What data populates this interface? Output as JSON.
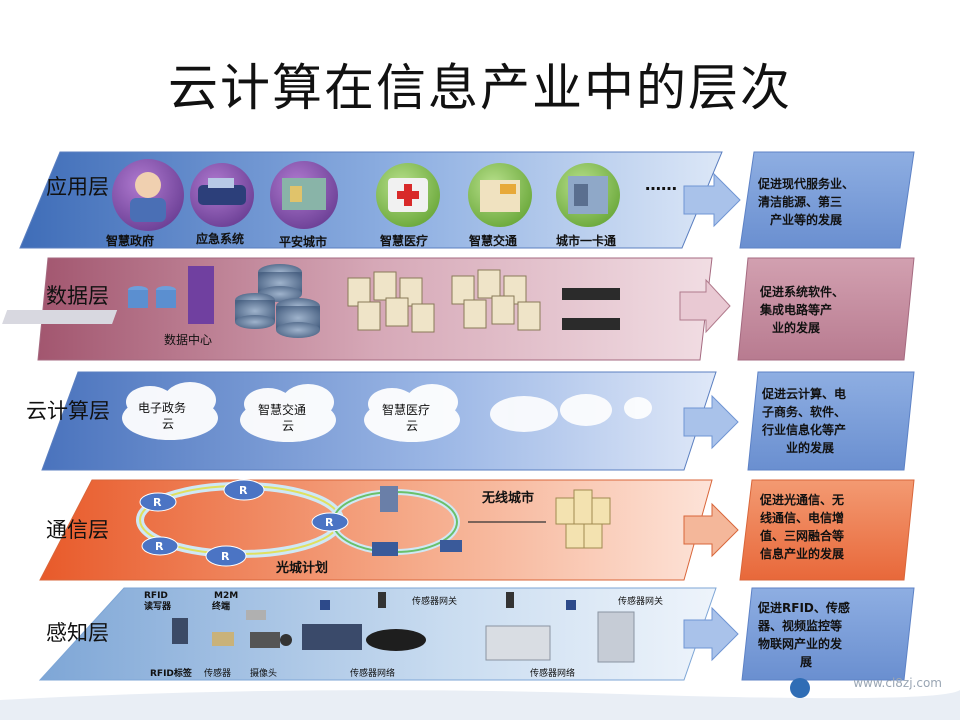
{
  "title": "云计算在信息产业中的层次",
  "layers": [
    {
      "name": "应用层",
      "items": [
        "智慧政府",
        "应急系统",
        "平安城市",
        "智慧医疗",
        "智慧交通",
        "城市一卡通"
      ],
      "ellipsis": "……",
      "effect": [
        "促进现代服务业、",
        "清洁能源、第三",
        "产业等的发展"
      ]
    },
    {
      "name": "数据层",
      "items": [
        "数据中心"
      ],
      "effect": [
        "促进系统软件、",
        "集成电路等产",
        "业的发展"
      ]
    },
    {
      "name": "云计算层",
      "items": [
        [
          "电子政务",
          "云"
        ],
        [
          "智慧交通",
          "云"
        ],
        [
          "智慧医疗",
          "云"
        ]
      ],
      "effect": [
        "促进云计算、电",
        "子商务、软件、",
        "行业信息化等产",
        "业的发展"
      ]
    },
    {
      "name": "通信层",
      "items": [
        "光城计划",
        "无线城市"
      ],
      "router_letter": "R",
      "effect": [
        "促进光通信、无",
        "线通信、电信增",
        "值、三网融合等",
        "信息产业的发展"
      ]
    },
    {
      "name": "感知层",
      "items": [
        [
          "RFID",
          "读写器"
        ],
        [
          "M2M",
          "终端"
        ],
        "传感器网关",
        "传感器网关",
        "RFID标签",
        "传感器",
        "摄像头",
        "传感器网络",
        "传感器网络"
      ],
      "effect": [
        "促进RFID、传感",
        "器、视频监控等",
        "物联网产业的发",
        "展"
      ]
    }
  ],
  "footer_site": "www.cl8zj.com",
  "colors": {
    "application": "#5b84c8",
    "data": "#b9768c",
    "cloud": "#6a8fd0",
    "communication": "#ee7a4e",
    "perception": "#8fb4dc",
    "effect_box": "#7f9fd6",
    "arrow": "#6f95d4"
  }
}
